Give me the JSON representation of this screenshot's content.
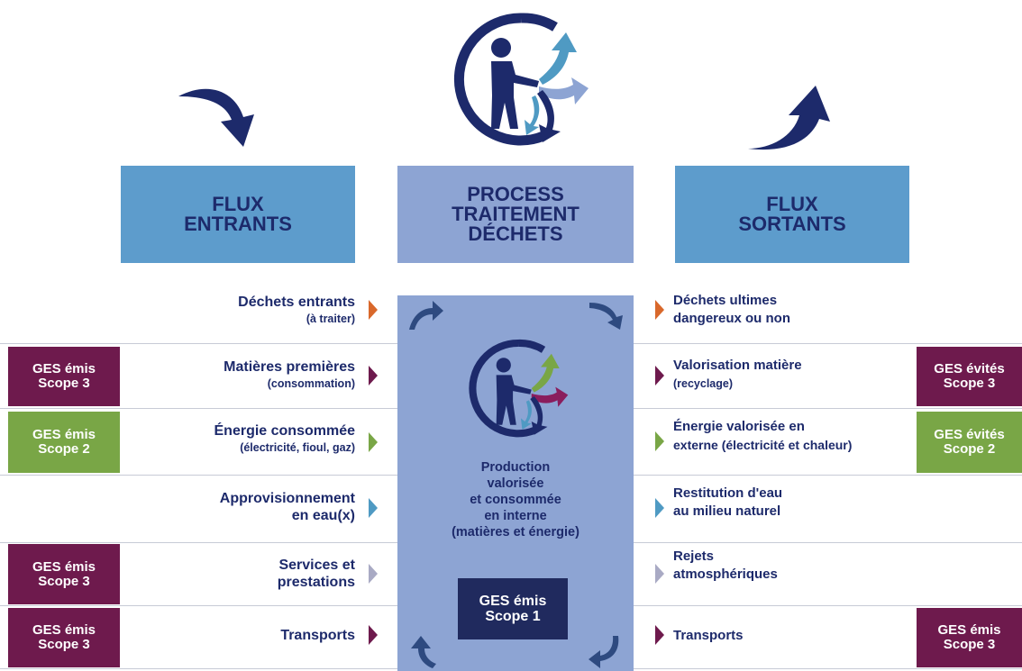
{
  "headers": {
    "left": "FLUX\nENTRANTS",
    "center": "PROCESS\nTRAITEMENT\nDÉCHETS",
    "right": "FLUX\nSORTANTS"
  },
  "inputs": [
    {
      "label": "Déchets entrants",
      "sub": "(à traiter)"
    },
    {
      "label": "Matières premières",
      "sub": "(consommation)"
    },
    {
      "label": "Énergie consommée",
      "sub": "(électricité, fioul, gaz)"
    },
    {
      "label": "Approvisionnement",
      "sub": "en eau(x)"
    },
    {
      "label": "Services et",
      "sub": "prestations"
    },
    {
      "label": "Transports",
      "sub": ""
    }
  ],
  "outputs": [
    {
      "label": "Déchets ultimes",
      "sub": "dangereux ou non"
    },
    {
      "label": "Valorisation matière",
      "sub": "(recyclage)"
    },
    {
      "label": "Énergie valorisée en",
      "sub": "externe (électricité et chaleur)"
    },
    {
      "label": "Restitution d'eau",
      "sub": "au milieu naturel"
    },
    {
      "label": "Rejets",
      "sub": "atmosphériques"
    },
    {
      "label": "Transports",
      "sub": ""
    }
  ],
  "center_text": [
    "Production",
    "valorisée",
    "et consommée",
    "en interne",
    "(matières et énergie)"
  ],
  "scope1": {
    "line1": "GES émis",
    "line2": "Scope 1"
  },
  "ges_left": [
    {
      "line1": "GES émis",
      "line2": "Scope 3"
    },
    {
      "line1": "GES émis",
      "line2": "Scope 2"
    },
    {
      "line1": "GES émis",
      "line2": "Scope 3"
    },
    {
      "line1": "GES émis",
      "line2": "Scope 3"
    }
  ],
  "ges_right": [
    {
      "line1": "GES évités",
      "line2": "Scope 3"
    },
    {
      "line1": "GES évités",
      "line2": "Scope 2"
    },
    {
      "line1": "GES émis",
      "line2": "Scope 3"
    }
  ],
  "colors": {
    "dark_navy": "#1d2a6b",
    "header_blue": "#5d9ccc",
    "header_center": "#8da4d3",
    "purple": "#6e1a4d",
    "green": "#79a646",
    "orange": "#d9682b",
    "teal": "#4f9ac3",
    "grey": "#a9aac4"
  }
}
